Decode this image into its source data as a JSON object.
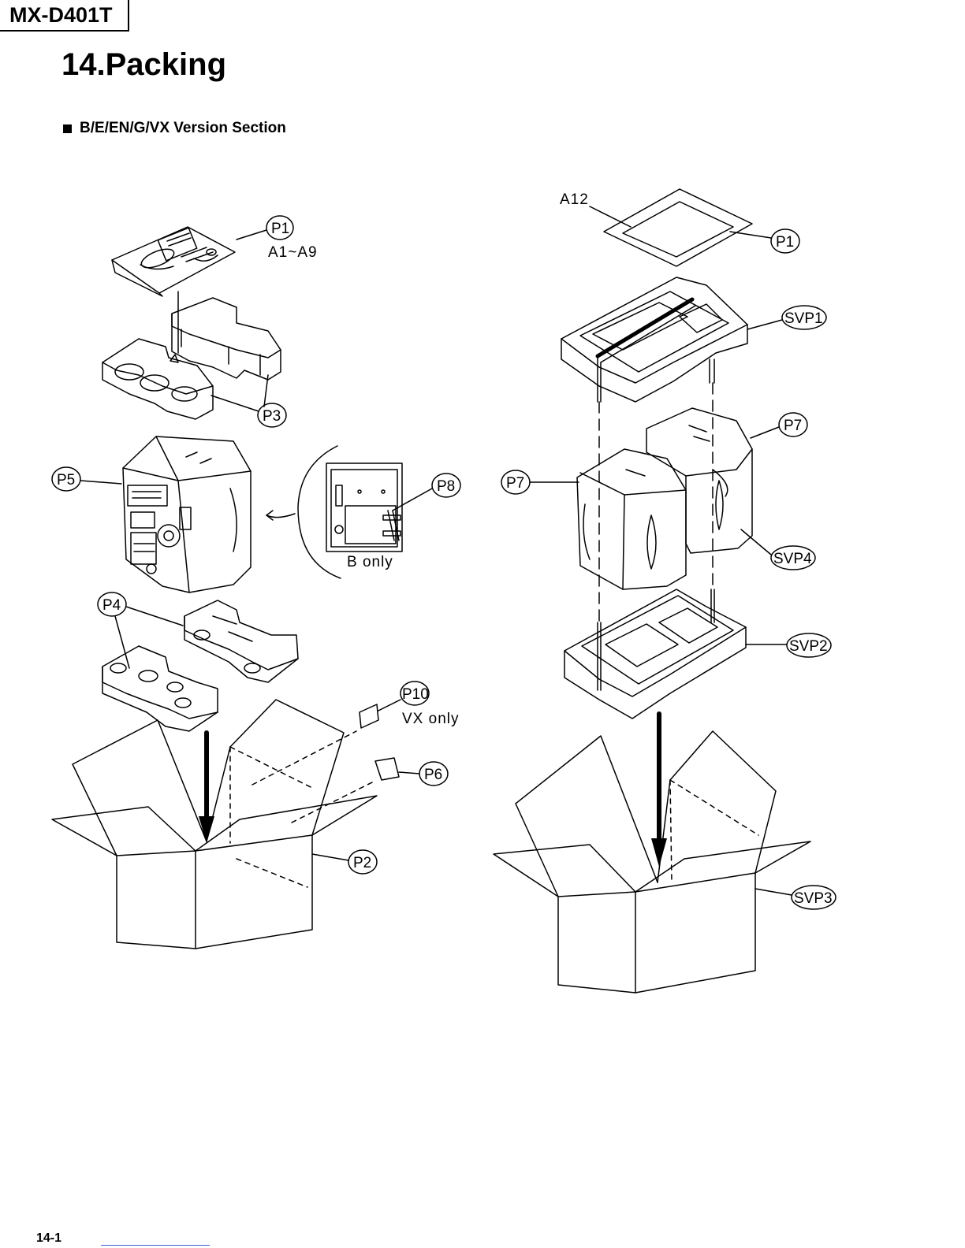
{
  "header": {
    "model": "MX-D401T"
  },
  "page": {
    "title": "14.Packing",
    "section_title": "B/E/EN/G/VX Version Section",
    "page_number": "14-1"
  },
  "labels": {
    "p1_left": "P1",
    "a1_a9": "A1~A9",
    "p3": "P3",
    "p5": "P5",
    "p8": "P8",
    "b_only": "B only",
    "p4": "P4",
    "p10": "P10",
    "vx_only": "VX only",
    "p6": "P6",
    "p2": "P2",
    "a12": "A12",
    "p1_right": "P1",
    "svp1": "SVP1",
    "p7_right": "P7",
    "p7_left": "P7",
    "svp4": "SVP4",
    "svp2": "SVP2",
    "svp3": "SVP3"
  }
}
